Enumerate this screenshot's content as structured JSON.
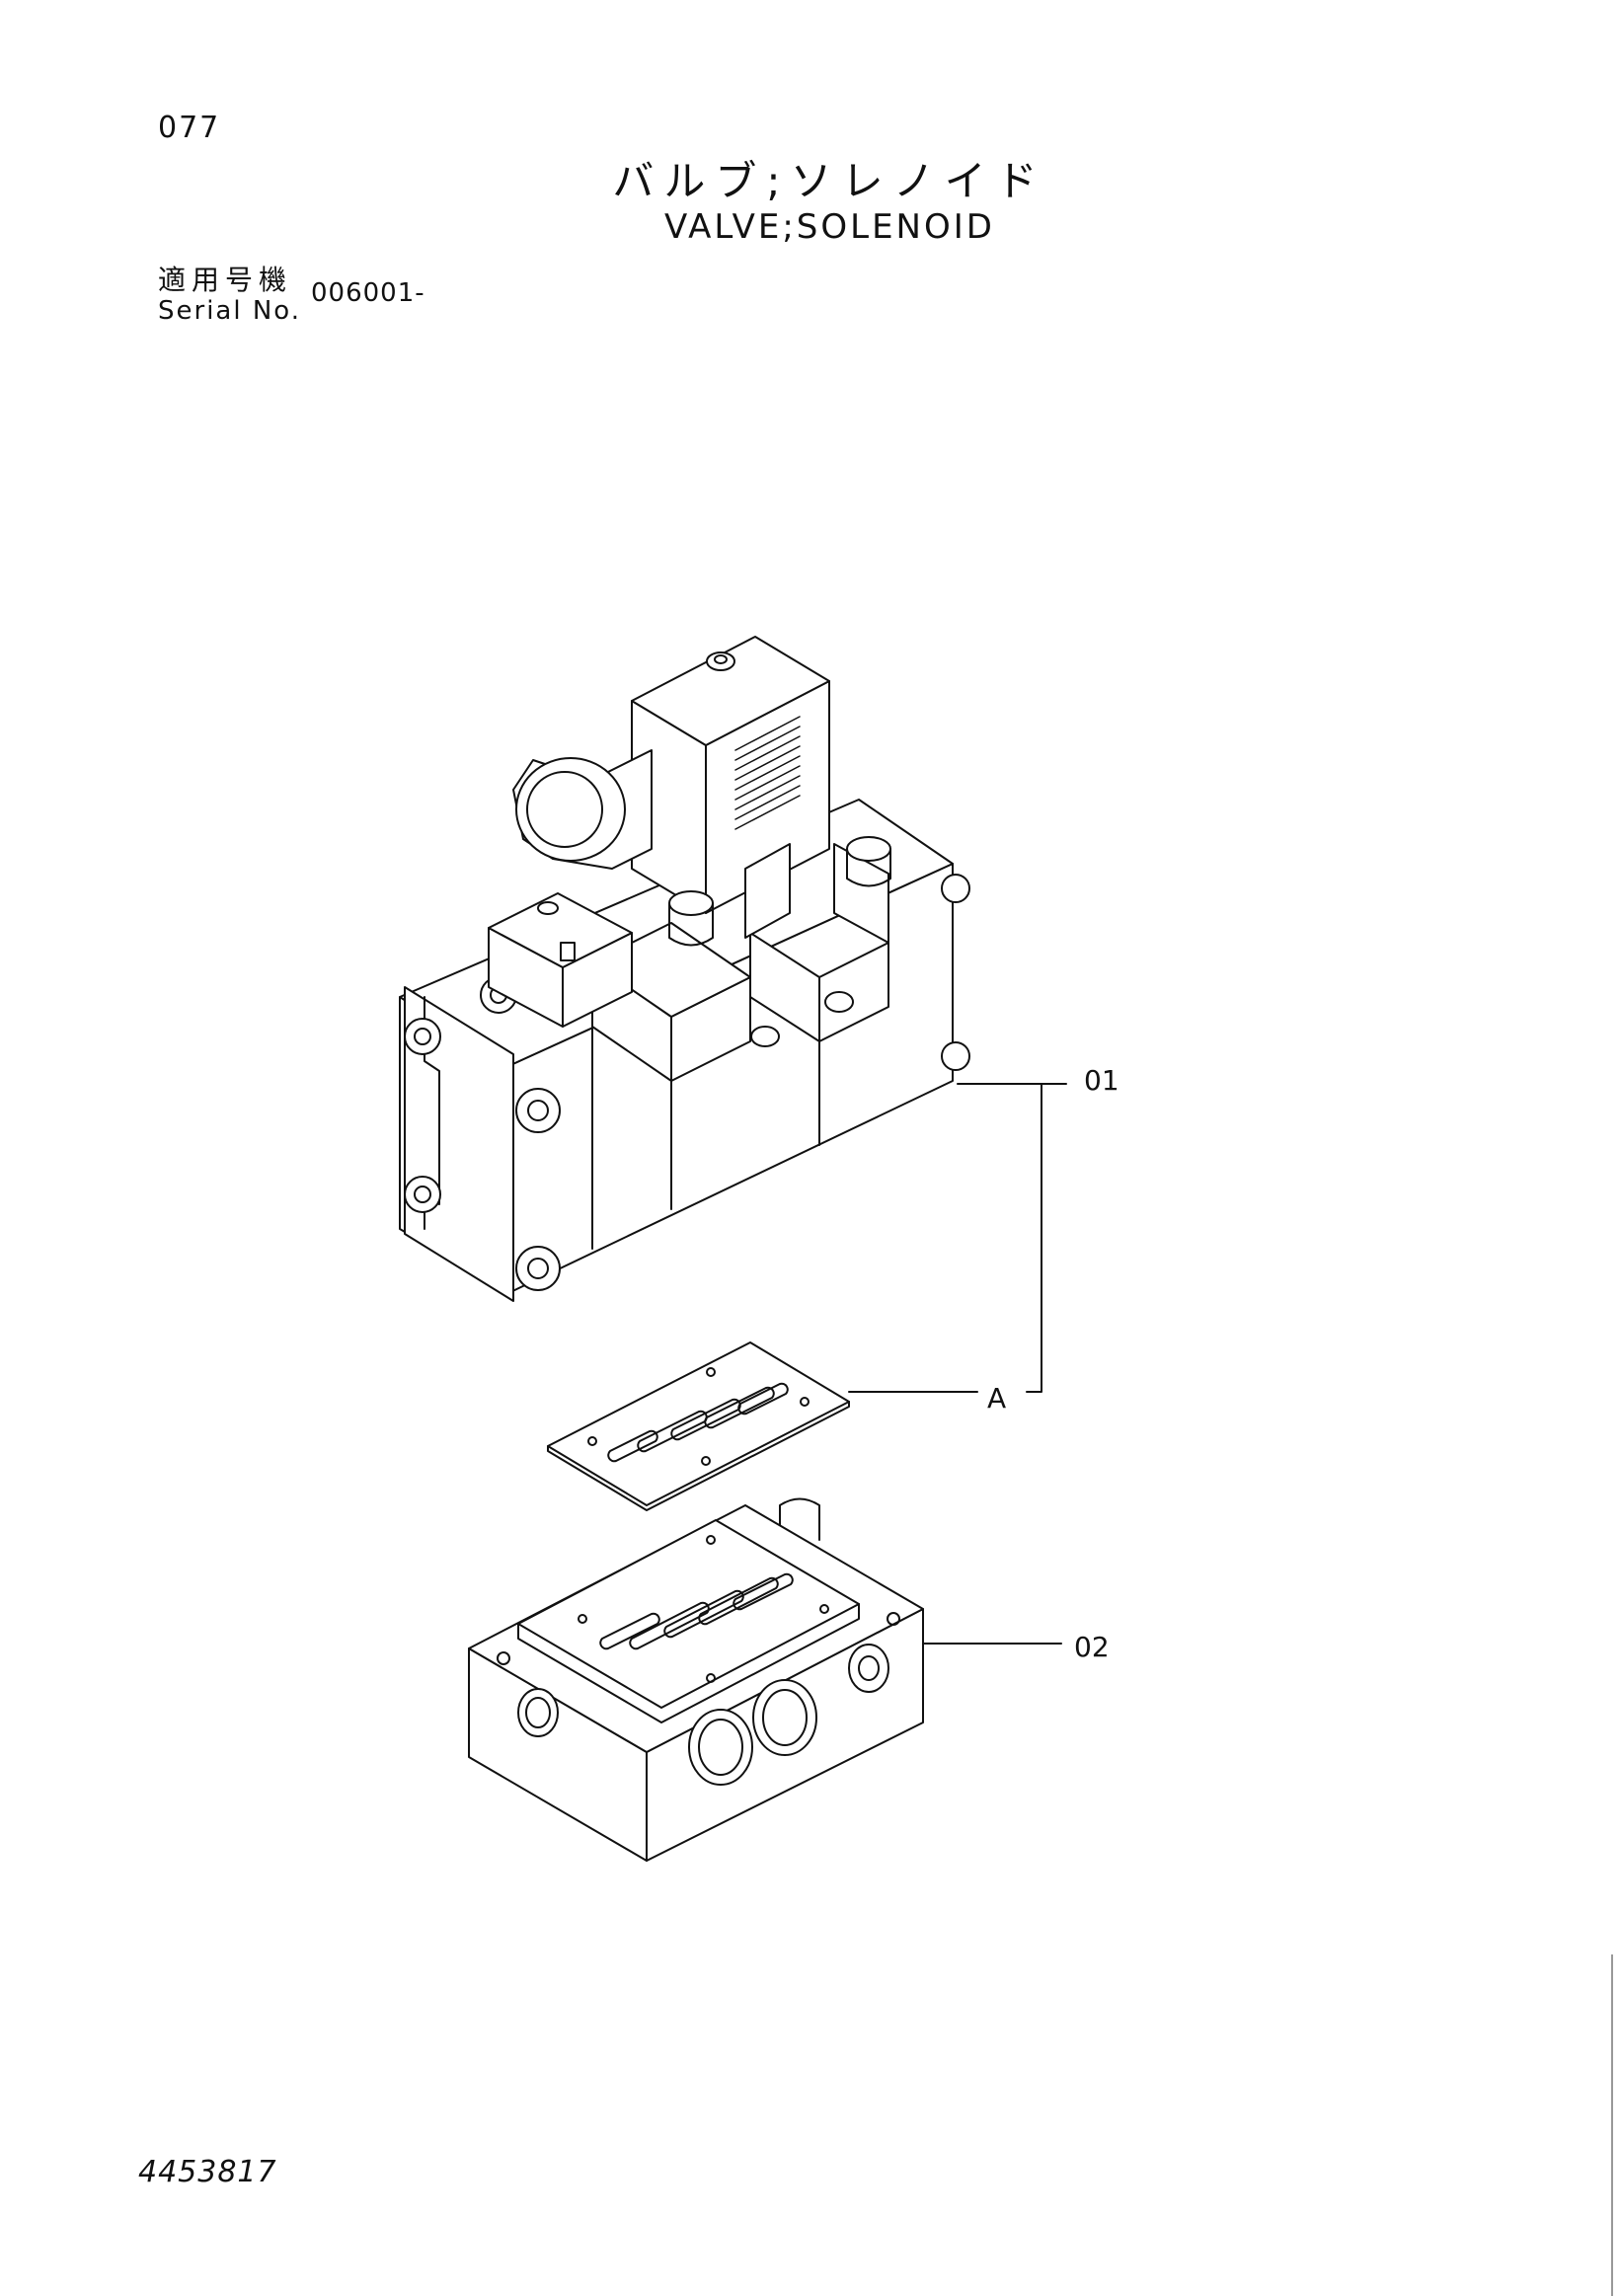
{
  "header": {
    "page_number": "077",
    "title_jp": "バルブ;ソレノイド",
    "title_en": "VALVE;SOLENOID"
  },
  "serial": {
    "label_jp": "適用号機",
    "label_en": "Serial No.",
    "value": "006001-"
  },
  "callouts": {
    "part_01": "01",
    "part_A": "A",
    "part_02": "02"
  },
  "footer": {
    "document_number": "4453817"
  }
}
